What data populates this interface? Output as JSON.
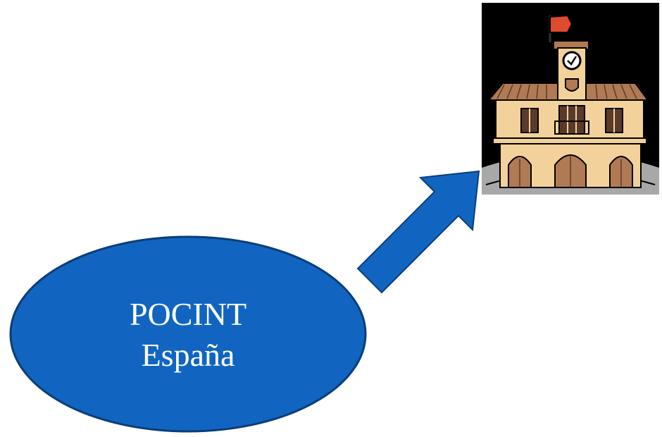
{
  "node": {
    "line1": "POCINT",
    "line2": "España",
    "fill_color": "#1165c1",
    "stroke_color": "#0a3e78"
  },
  "arrow": {
    "direction": "up-right",
    "fill_color": "#1165c1"
  },
  "target_image": {
    "icon": "town-hall-icon",
    "description_colors": {
      "background": "#000000",
      "building": "#f2d29a",
      "roof": "#b07a55",
      "flag": "#e04a2e"
    }
  }
}
